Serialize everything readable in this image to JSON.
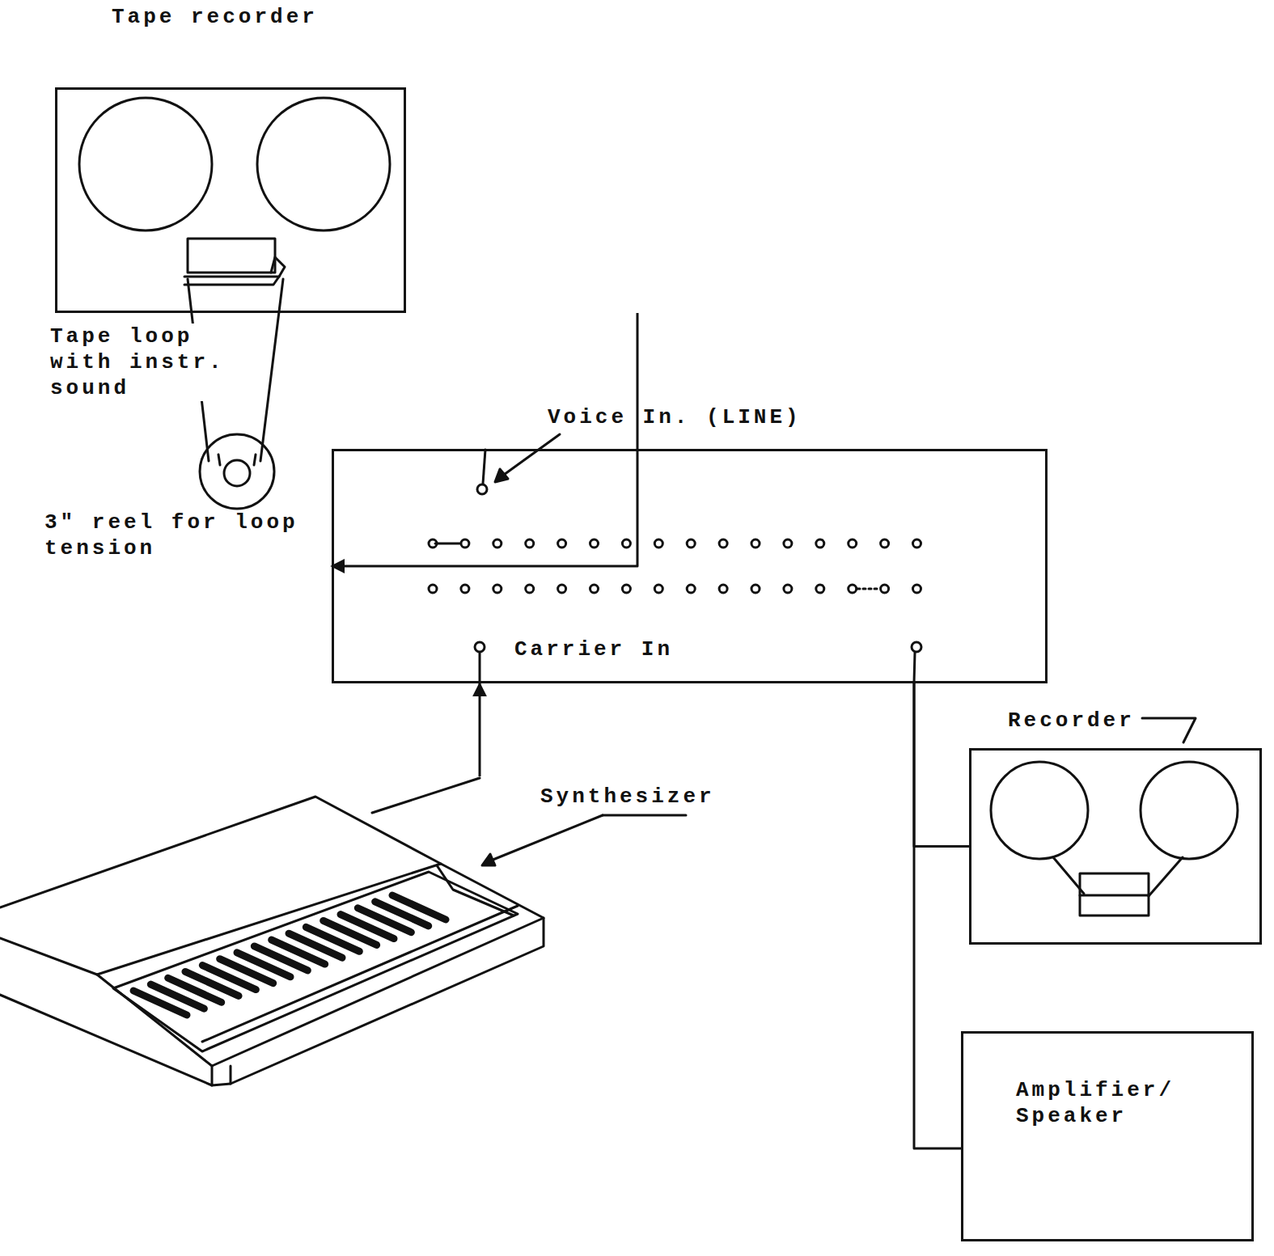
{
  "diagram": {
    "nodes": [
      {
        "text": [
          "Tape recorder"
        ]
      },
      {
        "text": [
          "Carrier In"
        ]
      },
      {
        "text": [
          "Synthesizer"
        ]
      },
      {
        "text": [
          "Recorder"
        ]
      },
      {
        "text": [
          "Amplifier/ Speaker"
        ]
      }
    ],
    "edges": [
      {
        "from": 0,
        "to": 1,
        "arrow": "to"
      },
      {
        "from": 2,
        "to": 1,
        "arrow": "to"
      },
      {
        "from": 1,
        "to": 3,
        "arrow": "none"
      },
      {
        "from": 1,
        "to": 4,
        "arrow": "none"
      }
    ],
    "labels": [
      "Tape loop with instr. sound",
      "3\" reel for loop tension",
      "Voice In. (LINE)"
    ]
  }
}
